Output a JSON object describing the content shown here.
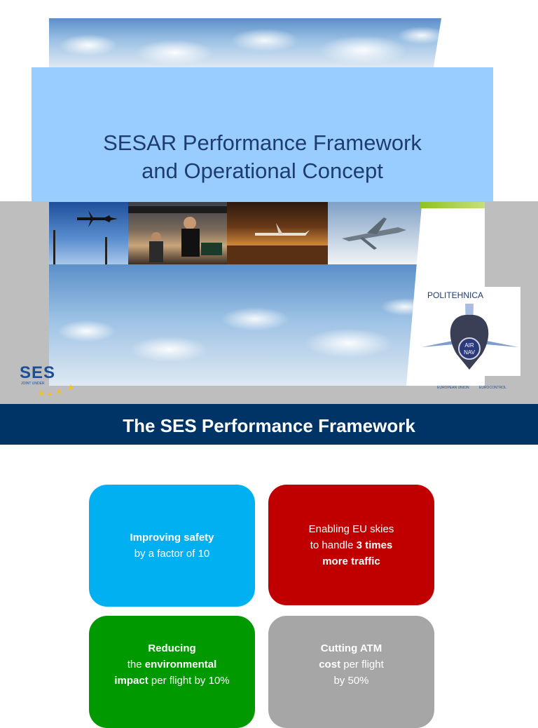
{
  "slide1": {
    "title_line1": "SESAR Performance Framework",
    "title_line2": "and Operational Concept",
    "ses_logo": "SES",
    "ses_logo_sub": "JOINT UNDER",
    "politehnica_label": "POLITEHNICA",
    "airnav_label_1": "AIR",
    "airnav_label_2": "NAV",
    "eu_label": "EUROPEAN UNION",
    "eurocontrol_label": "EUROCONTROL"
  },
  "slide2": {
    "header_title": "The SES Performance Framework",
    "goals": [
      {
        "lines": [
          [
            {
              "t": "Improving safety",
              "b": true
            }
          ],
          [
            {
              "t": "by a factor of 10",
              "b": false
            }
          ]
        ]
      },
      {
        "lines": [
          [
            {
              "t": "Enabling EU skies",
              "b": false
            }
          ],
          [
            {
              "t": "to handle ",
              "b": false
            },
            {
              "t": "3 times",
              "b": true
            }
          ],
          [
            {
              "t": "more traffic",
              "b": true
            }
          ]
        ]
      },
      {
        "lines": [
          [
            {
              "t": "Reducing",
              "b": true
            }
          ],
          [
            {
              "t": "the ",
              "b": false
            },
            {
              "t": "environmental",
              "b": true
            }
          ],
          [
            {
              "t": "impact",
              "b": true
            },
            {
              "t": " per flight by 10%",
              "b": false
            }
          ]
        ]
      },
      {
        "lines": [
          [
            {
              "t": "Cutting ATM",
              "b": true
            }
          ],
          [
            {
              "t": "cost",
              "b": true
            },
            {
              "t": " per flight",
              "b": false
            }
          ],
          [
            {
              "t": "by 50%",
              "b": false
            }
          ]
        ]
      }
    ],
    "goal_colors": [
      "#00b0f0",
      "#c00000",
      "#009a00",
      "#a6a6a6"
    ]
  }
}
